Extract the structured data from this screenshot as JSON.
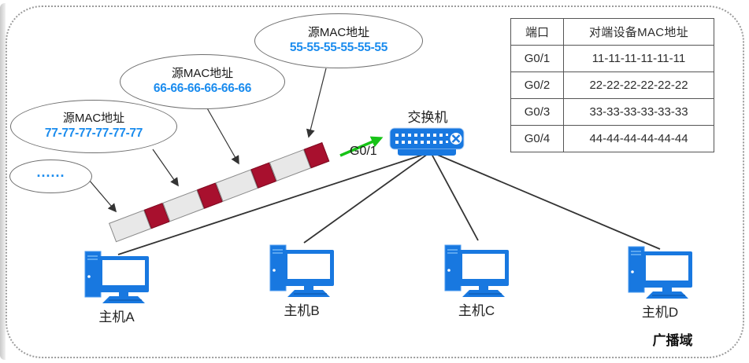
{
  "colors": {
    "mac_text_blue": "#1b8cee",
    "frame_header_red": "#a8102e",
    "frame_data_gray": "#e8e8e8",
    "device_blue": "#1878e0",
    "link_green": "#17c317",
    "line_black": "#333333"
  },
  "bubbles": {
    "b55": {
      "label": "源MAC地址",
      "mac": "55-55-55-55-55-55"
    },
    "b66": {
      "label": "源MAC地址",
      "mac": "66-66-66-66-66-66"
    },
    "b77": {
      "label": "源MAC地址",
      "mac": "77-77-77-77-77-77"
    },
    "ellipsis": {
      "dots": "......"
    }
  },
  "frame_chain": {
    "segments": [
      "data",
      "header",
      "data",
      "header",
      "data",
      "header",
      "data",
      "header"
    ]
  },
  "switch": {
    "label": "交换机"
  },
  "uplink": {
    "port_label": "G0/1"
  },
  "hosts": [
    {
      "label": "主机A"
    },
    {
      "label": "主机B"
    },
    {
      "label": "主机C"
    },
    {
      "label": "主机D"
    }
  ],
  "mac_table": {
    "headers": [
      "端口",
      "对端设备MAC地址"
    ],
    "rows": [
      {
        "port": "G0/1",
        "mac": "11-11-11-11-11-11"
      },
      {
        "port": "G0/2",
        "mac": "22-22-22-22-22-22"
      },
      {
        "port": "G0/3",
        "mac": "33-33-33-33-33-33"
      },
      {
        "port": "G0/4",
        "mac": "44-44-44-44-44-44"
      }
    ]
  },
  "domain_label": "广播域"
}
